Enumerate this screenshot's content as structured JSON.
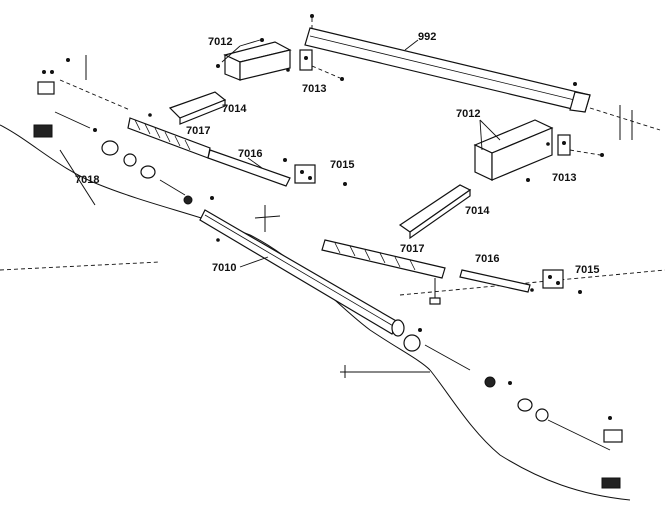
{
  "labels": {
    "p992": "992",
    "p7012_top": "7012",
    "p7012_right": "7012",
    "p7013_top": "7013",
    "p7013_right": "7013",
    "p7014_top": "7014",
    "p7014_right": "7014",
    "p7015_left": "7015",
    "p7015_right": "7015",
    "p7016_left": "7016",
    "p7016_right": "7016",
    "p7017_left": "7017",
    "p7017_right": "7017",
    "p7018": "7018",
    "p7010": "7010"
  },
  "colors": {
    "ink": "#111111",
    "paper": "#ffffff"
  }
}
